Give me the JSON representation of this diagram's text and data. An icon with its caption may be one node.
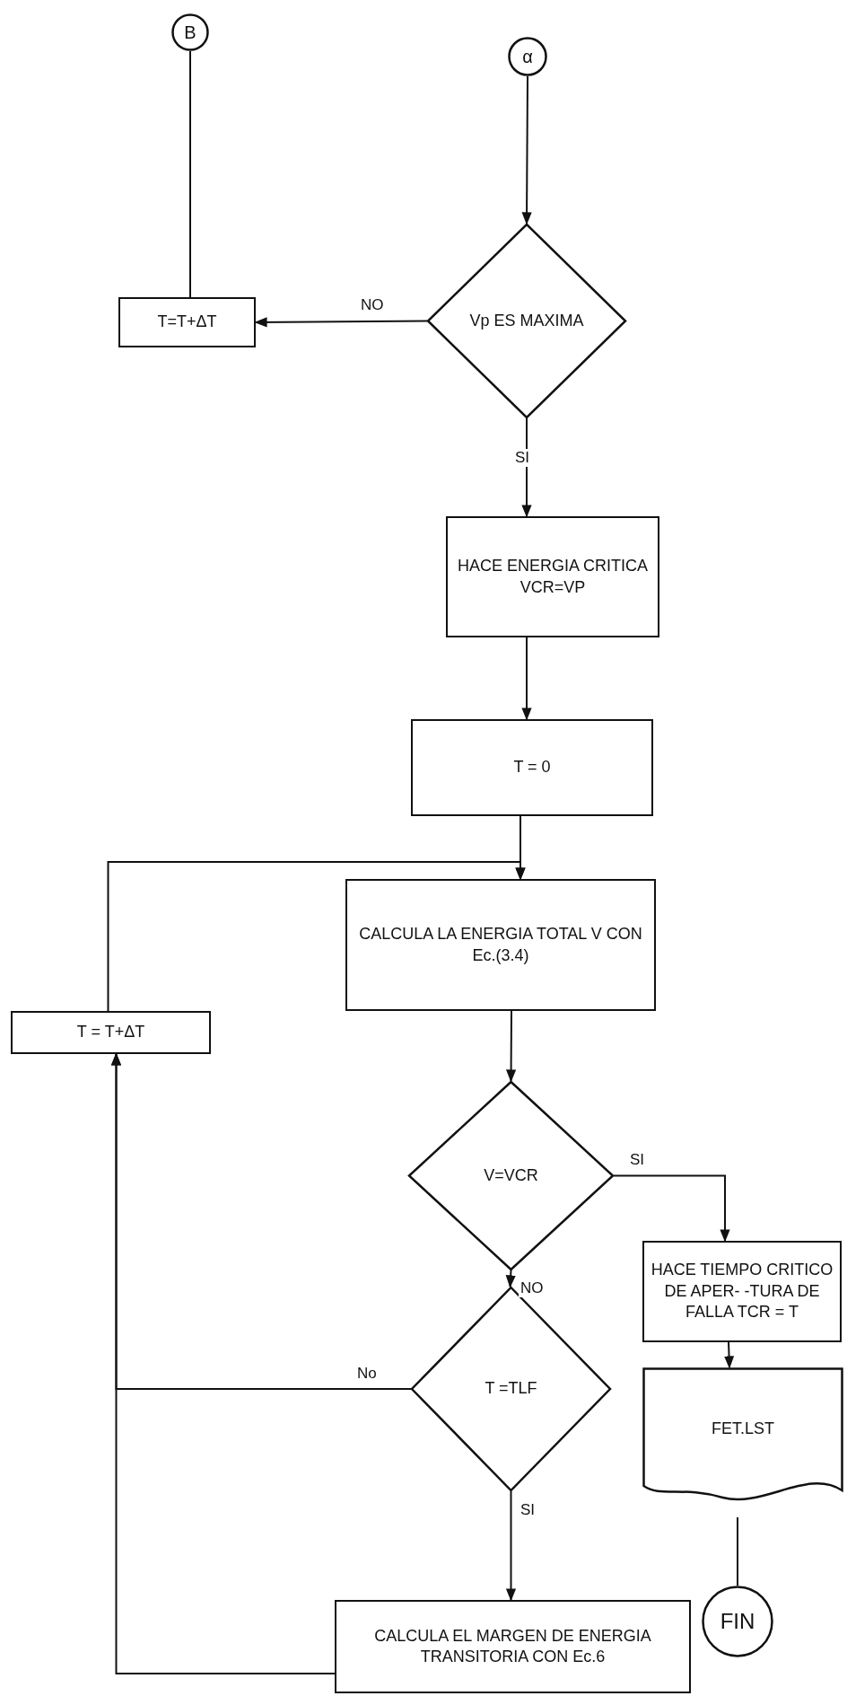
{
  "diagram": {
    "nodes": [
      {
        "text": [
          "B"
        ]
      },
      {
        "text": [
          "α"
        ]
      },
      {
        "text": [
          "T=T+ΔT"
        ]
      },
      {
        "text": [
          "Vp ES MAXIMA"
        ]
      },
      {
        "text": [
          "HACE ENERGIA CRITICA VCR=VP"
        ]
      },
      {
        "text": [
          "T = 0"
        ]
      },
      {
        "text": [
          "CALCULA LA ENERGIA TOTAL V CON Ec.(3.4)"
        ]
      },
      {
        "text": [
          "T = T+ΔT"
        ]
      },
      {
        "text": [
          "V=VCR"
        ]
      },
      {
        "text": [
          "HACE TIEMPO CRITICO DE APER- -TURA DE FALLA TCR = T"
        ]
      },
      {
        "text": [
          "T =TLF"
        ]
      },
      {
        "text": [
          "FET.LST"
        ]
      },
      {
        "text": [
          "CALCULA EL MARGEN DE ENERGIA TRANSITORIA CON Ec.6"
        ]
      },
      {
        "text": [
          "FIN"
        ]
      }
    ],
    "edges": [
      {
        "from": 2,
        "to": 0,
        "arrow": "none"
      },
      {
        "from": 1,
        "to": 3,
        "arrow": "to"
      },
      {
        "from": 3,
        "to": 2,
        "arrow": "to",
        "label": "NO"
      },
      {
        "from": 3,
        "to": 4,
        "arrow": "to",
        "label": "SI"
      },
      {
        "from": 4,
        "to": 5,
        "arrow": "to"
      },
      {
        "from": 5,
        "to": 6,
        "arrow": "to"
      },
      {
        "from": 7,
        "to": 6,
        "arrow": "to"
      },
      {
        "from": 6,
        "to": 8,
        "arrow": "to"
      },
      {
        "from": 8,
        "to": 9,
        "arrow": "to",
        "label": "SI"
      },
      {
        "from": 8,
        "to": 10,
        "arrow": "to",
        "label": "NO"
      },
      {
        "from": 10,
        "to": 7,
        "arrow": "to",
        "label": "No"
      },
      {
        "from": 10,
        "to": 12,
        "arrow": "to",
        "label": "SI"
      },
      {
        "from": 12,
        "to": 7,
        "arrow": "to"
      },
      {
        "from": 9,
        "to": 11,
        "arrow": "to"
      },
      {
        "from": 11,
        "to": 13,
        "arrow": "none"
      }
    ]
  }
}
